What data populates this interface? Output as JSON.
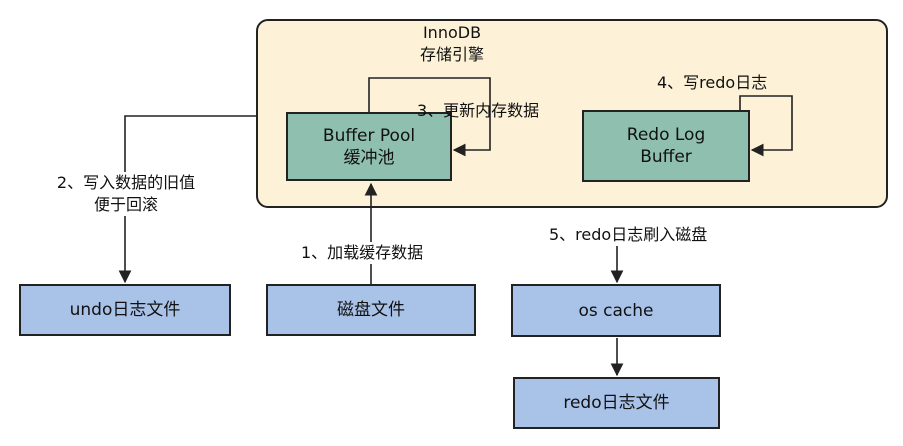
{
  "innodb": {
    "title_line1": "InnoDB",
    "title_line2": "存储引擎"
  },
  "boxes": {
    "buffer_pool": {
      "line1": "Buffer Pool",
      "line2": "缓冲池"
    },
    "redo_log_buffer": {
      "line1": "Redo Log",
      "line2": "Buffer"
    },
    "undo_file": "undo日志文件",
    "disk_file": "磁盘文件",
    "os_cache": "os cache",
    "redo_file": "redo日志文件"
  },
  "steps": {
    "step1": "1、加载缓存数据",
    "step2_line1": "2、写入数据的旧值",
    "step2_line2": "便于回滚",
    "step3": "3、更新内存数据",
    "step4": "4、写redo日志",
    "step5": "5、redo日志刷入磁盘"
  },
  "colors": {
    "container_fill": "#fdf1d8",
    "teal_box": "#8fbfae",
    "blue_box": "#a9c2e8",
    "stroke": "#222222"
  }
}
